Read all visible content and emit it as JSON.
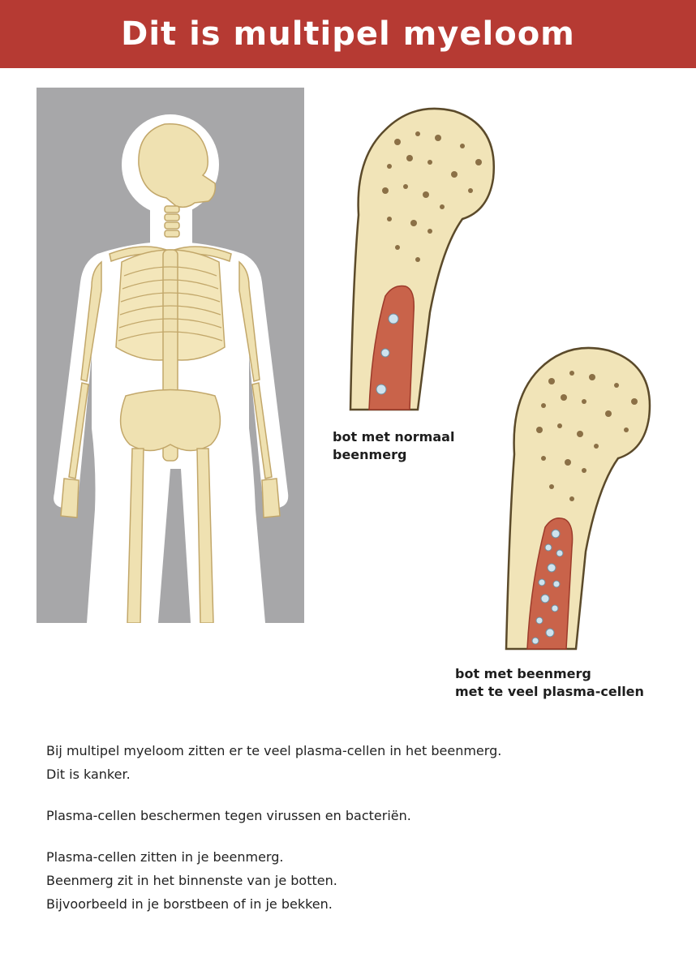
{
  "header": {
    "title": "Dit is multipel myeloom",
    "background": "#b63a33"
  },
  "figure": {
    "panel_background": "#a7a7a9",
    "bone_color": "#f1e4b8",
    "marrow_color": "#c9634a",
    "captions": {
      "normal": "bot met normaal\nbeenmerg",
      "myeloma": "bot met beenmerg\nmet te veel plasma-cellen"
    }
  },
  "text": {
    "paragraphs": [
      [
        "Bij multipel myeloom zitten er te veel plasma-cellen in het beenmerg.",
        "Dit is kanker."
      ],
      [
        "Plasma-cellen beschermen tegen virussen en bacteriën."
      ],
      [
        "Plasma-cellen zitten in je beenmerg.",
        "Beenmerg zit in het binnenste van je botten.",
        "Bijvoorbeeld in je borstbeen of in je bekken."
      ]
    ]
  }
}
